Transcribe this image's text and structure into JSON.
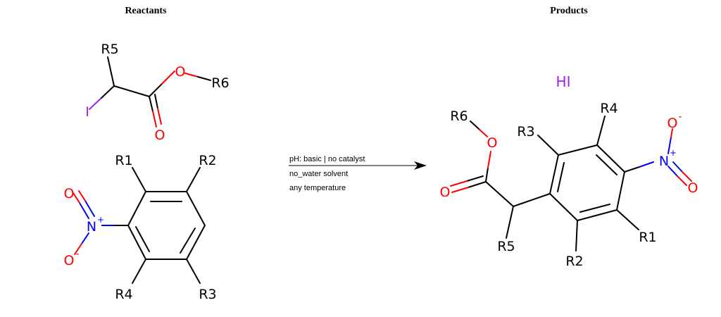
{
  "headers": {
    "reactants": "Reactants",
    "products": "Products"
  },
  "conditions": [
    "pH: basic | no catalyst",
    "no_water solvent",
    "any temperature"
  ],
  "colors": {
    "bond": "#000000",
    "oxygen": "#ff0000",
    "nitrogen": "#0000ff",
    "iodine": "#a020f0"
  },
  "labels": {
    "R1": "R1",
    "R2": "R2",
    "R3": "R3",
    "R4": "R4",
    "R5": "R5",
    "R6": "R6",
    "O": "O",
    "O_minus": "O",
    "N_plus": "N",
    "I": "I",
    "HI": "HI",
    "plus": "+",
    "minus": "-"
  }
}
